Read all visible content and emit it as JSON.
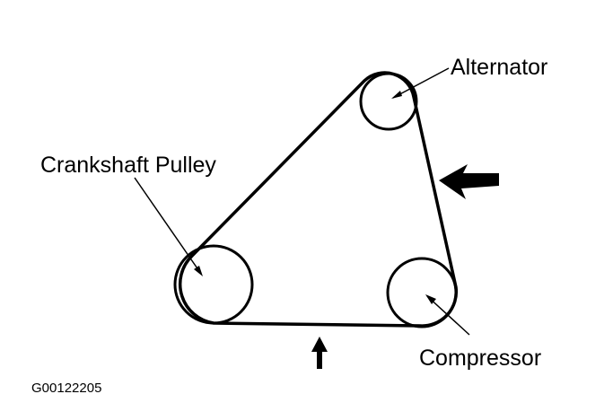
{
  "diagram": {
    "labels": {
      "alternator": "Alternator",
      "crankshaft_pulley": "Crankshaft Pulley",
      "compressor": "Compressor",
      "figure_code": "G00122205"
    },
    "colors": {
      "ink": "#000000",
      "background": "#ffffff"
    },
    "icons": {
      "tension_check_arrow_right": "arrow-left-icon",
      "tension_check_arrow_bottom": "arrow-up-icon"
    }
  }
}
